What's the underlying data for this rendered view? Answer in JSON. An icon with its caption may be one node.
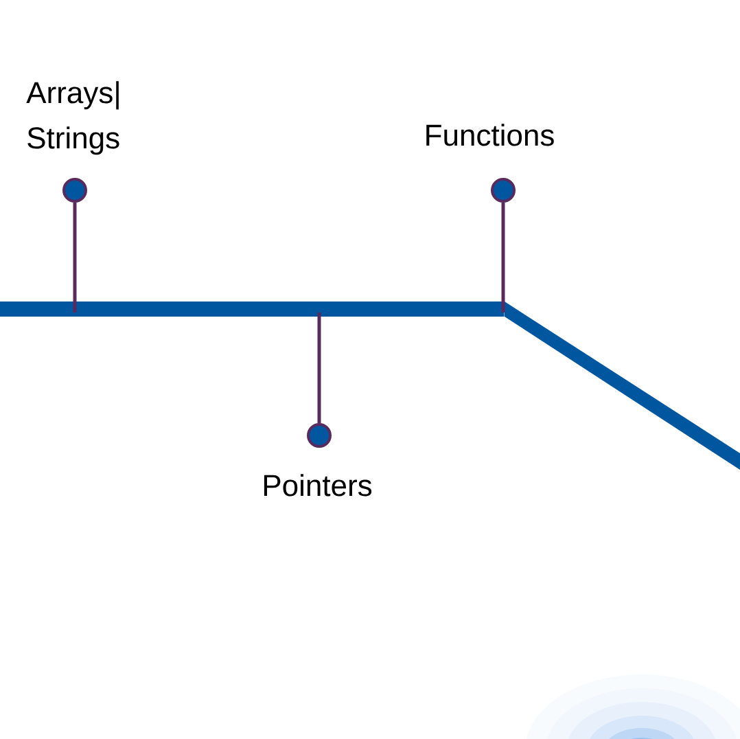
{
  "diagram": {
    "nodes": [
      {
        "text": [],
        "shape": "circle",
        "beside": [
          "Arrays| Strings"
        ]
      },
      {
        "text": [],
        "shape": "circle",
        "beside": [
          "Functions"
        ]
      },
      {
        "text": [],
        "shape": "bar"
      },
      {
        "text": [],
        "shape": "circle",
        "beside": [
          "Pointers"
        ]
      }
    ],
    "edges": [
      {
        "from": 0,
        "to": 2,
        "arrow": "none"
      },
      {
        "from": 1,
        "to": 2,
        "arrow": "none"
      },
      {
        "from": 3,
        "to": 2,
        "arrow": "none"
      }
    ]
  }
}
